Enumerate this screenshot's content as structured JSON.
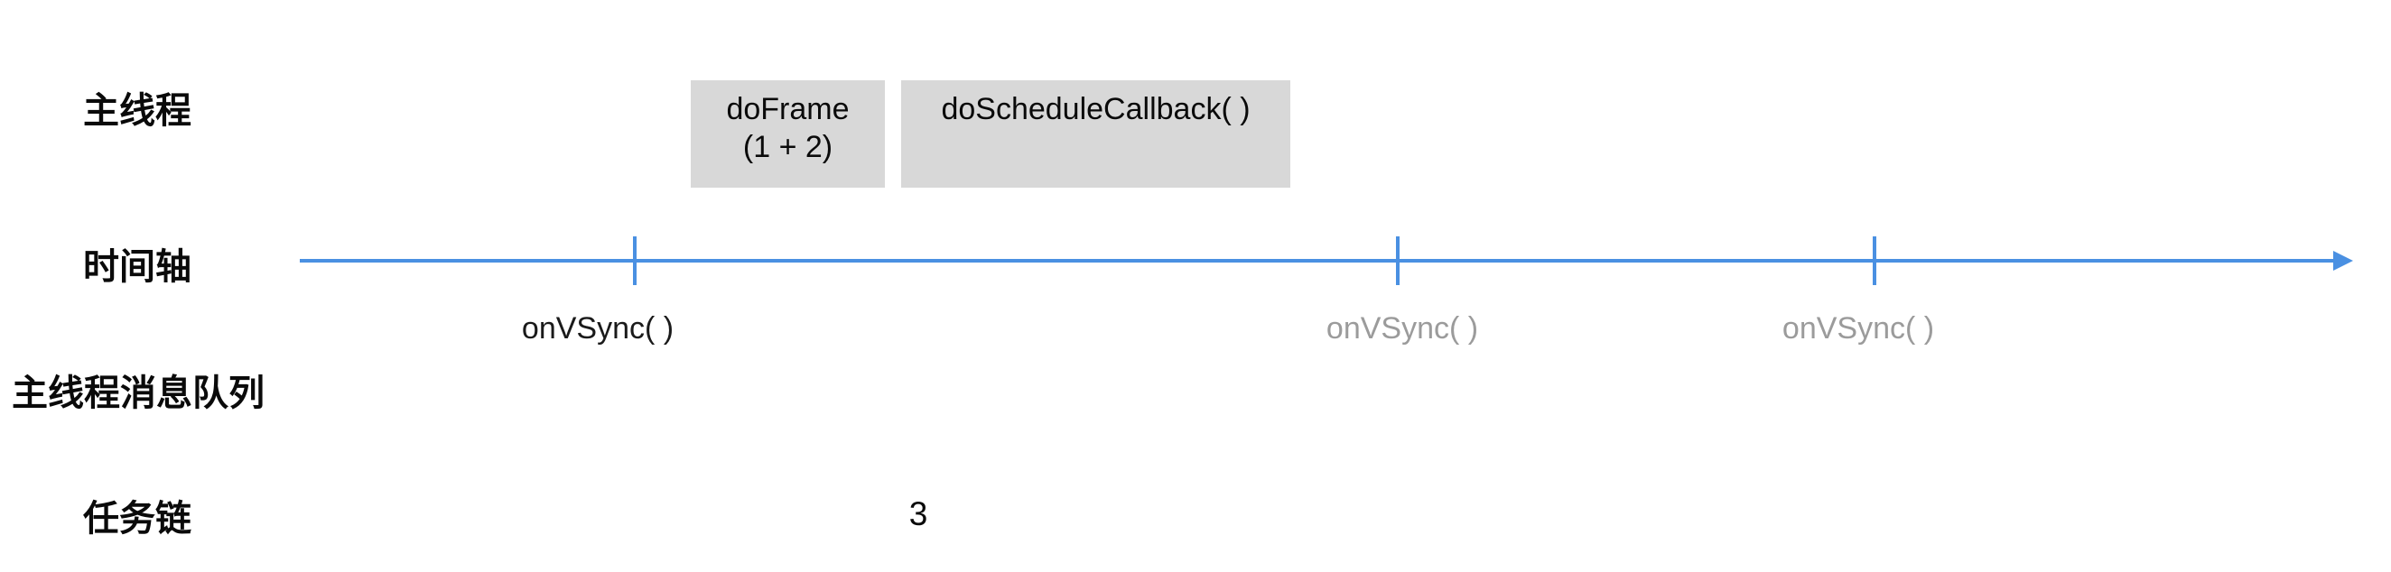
{
  "diagram": {
    "row_labels": {
      "main_thread": "主线程",
      "timeline": "时间轴",
      "message_queue": "主线程消息队列",
      "task_chain": "任务链"
    },
    "boxes": {
      "doframe": {
        "line1": "doFrame",
        "line2": "(1 + 2)"
      },
      "doschedule": {
        "line1": "doScheduleCallback( )"
      }
    },
    "timeline": {
      "ticks": [
        {
          "label": "onVSync( )",
          "state": "current"
        },
        {
          "label": "onVSync( )",
          "state": "future"
        },
        {
          "label": "onVSync( )",
          "state": "future"
        }
      ]
    },
    "task_chain_value": "3",
    "colors": {
      "axis_blue": "#4a90e2",
      "box_gray": "#d8d8d8",
      "future_label_gray": "#9b9b9b",
      "text_black": "#0a0a0a"
    }
  }
}
